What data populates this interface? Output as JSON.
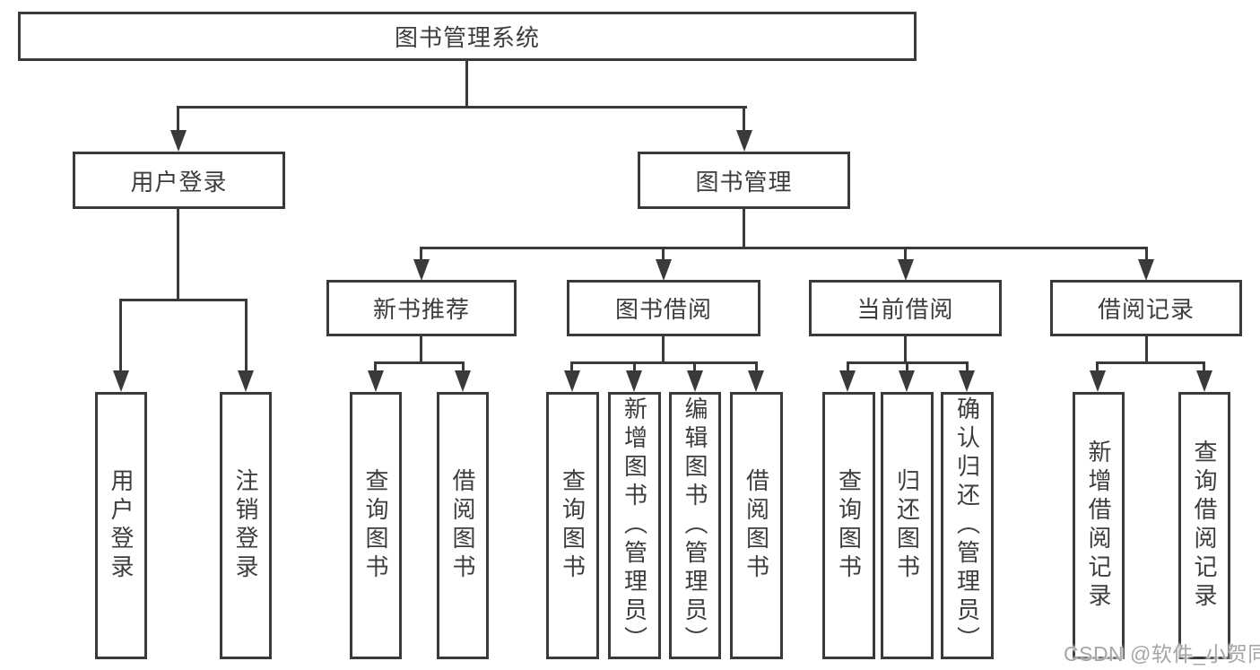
{
  "tree": {
    "root": "图书管理系统",
    "level2": [
      {
        "label": "用户登录",
        "leaves": [
          "用户登录",
          "注销登录"
        ]
      },
      {
        "label": "图书管理",
        "groups": [
          {
            "label": "新书推荐",
            "leaves": [
              "查询图书",
              "借阅图书"
            ]
          },
          {
            "label": "图书借阅",
            "leaves": [
              "查询图书",
              "新增图书（管理员）",
              "编辑图书（管理员）",
              "借阅图书"
            ]
          },
          {
            "label": "当前借阅",
            "leaves": [
              "查询图书",
              "归还图书",
              "确认归还（管理员）"
            ]
          },
          {
            "label": "借阅记录",
            "leaves": [
              "新增借阅记录",
              "查询借阅记录"
            ]
          }
        ]
      }
    ]
  },
  "watermark": {
    "text": "CSDN @软件_小贺同学"
  },
  "colors": {
    "line": "#3a3a3a",
    "box_border": "#3a3a3a",
    "text": "#3d3d3d",
    "watermark": "#a6a6a6",
    "background": "#ffffff"
  }
}
